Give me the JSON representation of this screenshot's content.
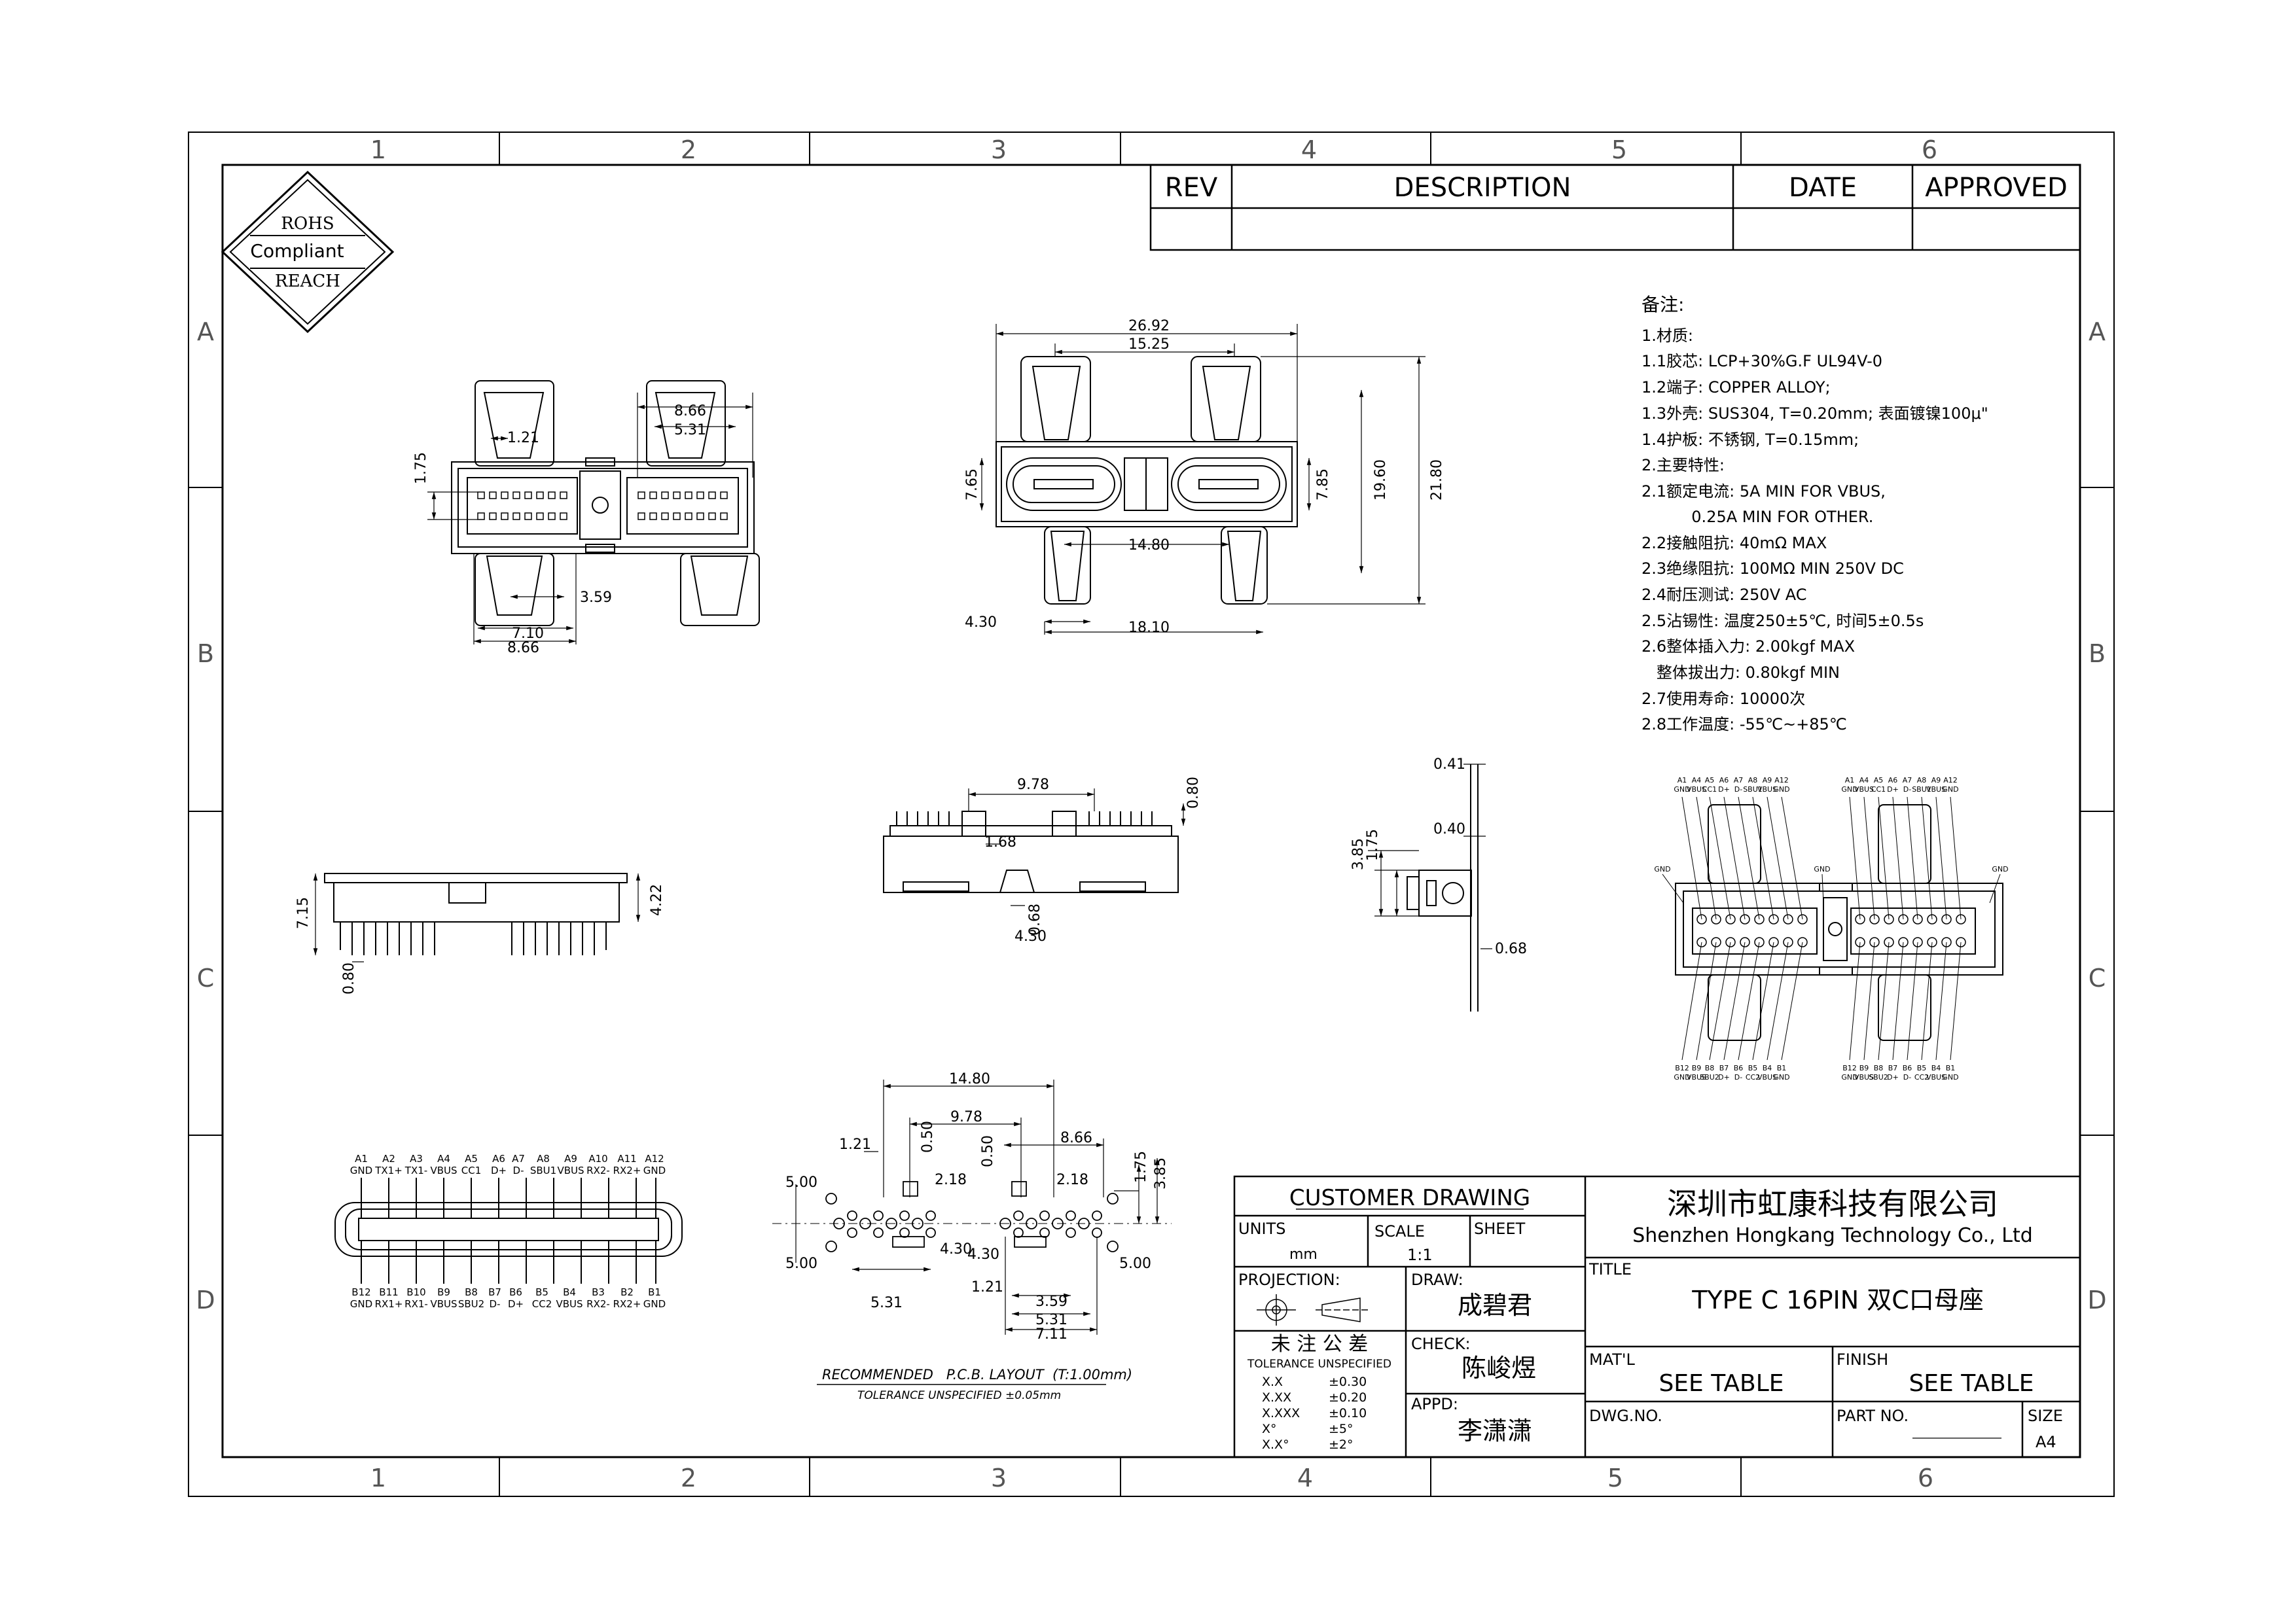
{
  "border": {
    "cols_top": [
      "1",
      "2",
      "3",
      "4",
      "5",
      "6"
    ],
    "cols_bottom": [
      "1",
      "2",
      "3",
      "4",
      "5",
      "6"
    ],
    "rows_left": [
      "A",
      "B",
      "C",
      "D"
    ],
    "rows_right": [
      "A",
      "B",
      "C",
      "D"
    ]
  },
  "rohs": {
    "l1": "ROHS",
    "l2": "Compliant",
    "l3": "REACH"
  },
  "revision_table": {
    "rev": "REV",
    "description": "DESCRIPTION",
    "date": "DATE",
    "approved": "APPROVED"
  },
  "notes": {
    "heading": "备注:",
    "lines": [
      "1.材质:",
      "1.1胶芯: LCP+30%G.F UL94V-0",
      "1.2端子: COPPER ALLOY;",
      "1.3外壳: SUS304, T=0.20mm; 表面镀镍100μ\"",
      "1.4护板: 不锈钢, T=0.15mm;",
      "2.主要特性:",
      "2.1额定电流: 5A MIN FOR VBUS,",
      "          0.25A MIN FOR OTHER.",
      "2.2接触阻抗: 40mΩ MAX",
      "2.3绝缘阻抗: 100MΩ MIN 250V DC",
      "2.4耐压测试: 250V AC",
      "2.5沾锡性: 温度250±5℃, 时间5±0.5s",
      "2.6整体插入力: 2.00kgf MAX",
      "   整体拔出力: 0.80kgf MIN",
      "2.7使用寿命: 10000次",
      "2.8工作温度: -55℃~+85℃"
    ]
  },
  "dims": {
    "top_view": {
      "d1": "8.66",
      "d2": "5.31",
      "d3": "1.21",
      "d4": "1.75",
      "d5": "3.59",
      "d6": "7.10",
      "d7": "8.66"
    },
    "front_view": {
      "w1": "26.92",
      "w2": "15.25",
      "h1": "7.65",
      "h2": "7.85",
      "h3": "19.60",
      "h4": "21.80",
      "c1": "14.80",
      "b1": "4.30",
      "b2": "18.10"
    },
    "side_view": {
      "h": "7.15",
      "h2": "4.22",
      "p": "0.80"
    },
    "bottom_view": {
      "d1": "9.78",
      "d2": "0.80",
      "d3": "1.68",
      "d4": "4.30",
      "d5": "0.68"
    },
    "profile_view": {
      "t1": "0.41",
      "t2": "0.40",
      "h1": "3.85",
      "h2": "1.75",
      "t3": "0.68"
    },
    "pcb": {
      "w": "14.80",
      "c": "9.78",
      "a": "8.66",
      "b": "1.21",
      "c2": "0.50",
      "d": "2.18",
      "e": "0.50",
      "f": "2.18",
      "g": "1.75",
      "h": "3.85",
      "i": "5.00",
      "j": "5.00",
      "k": "4.30",
      "l": "4.30",
      "m": "5.00",
      "n": "5.31",
      "o": "1.21",
      "p": "3.59",
      "q": "5.31",
      "r": "7.11"
    }
  },
  "pinout_top": {
    "pins": [
      "A1",
      "A2",
      "A3",
      "A4",
      "A5",
      "A6",
      "A7",
      "A8",
      "A9",
      "A10",
      "A11",
      "A12"
    ],
    "sigs": [
      "GND",
      "TX1+",
      "TX1-",
      "VBUS",
      "CC1",
      "D+",
      "D-",
      "SBU1",
      "VBUS",
      "RX2-",
      "RX2+",
      "GND"
    ]
  },
  "pinout_bottom": {
    "pins": [
      "B12",
      "B11",
      "B10",
      "B9",
      "B8",
      "B7",
      "B6",
      "B5",
      "B4",
      "B3",
      "B2",
      "B1"
    ],
    "sigs": [
      "GND",
      "RX1+",
      "RX1-",
      "VBUS",
      "SBU2",
      "D-",
      "D+",
      "CC2",
      "VBUS",
      "RX2-",
      "RX2+",
      "GND"
    ]
  },
  "callout": {
    "top_pins": [
      "A1",
      "A4",
      "A5",
      "A6",
      "A7",
      "A8",
      "A9",
      "A12"
    ],
    "top_sigs": [
      "GND",
      "VBUS",
      "CC1",
      "D+",
      "D-",
      "SBU1",
      "VBUS",
      "GND"
    ],
    "bottom_pins": [
      "B12",
      "B9",
      "B8",
      "B7",
      "B6",
      "B5",
      "B4",
      "B1"
    ],
    "bottom_sigs": [
      "GND",
      "VBUS",
      "SBU2",
      "D+",
      "D-",
      "CC2",
      "VBUS",
      "GND"
    ],
    "gnd": "GND"
  },
  "pcb_caption": {
    "l1": "RECOMMENDED   P.C.B. LAYOUT  (T:1.00mm)",
    "l2": "TOLERANCE UNSPECIFIED ±0.05mm"
  },
  "title_block": {
    "customer_drawing": "CUSTOMER DRAWING",
    "units_label": "UNITS",
    "units_value": "mm",
    "scale_label": "SCALE",
    "scale_value": "1:1",
    "sheet_label": "SHEET",
    "projection_label": "PROJECTION:",
    "tol_title": "未 注 公 差",
    "tol_sub": "TOLERANCE UNSPECIFIED",
    "tol_rows": [
      [
        "X.X",
        "±0.30"
      ],
      [
        "X.XX",
        "±0.20"
      ],
      [
        "X.XXX",
        "±0.10"
      ],
      [
        "X°",
        "±5°"
      ],
      [
        "X.X°",
        "±2°"
      ]
    ],
    "draw_label": "DRAW:",
    "draw_name": "成碧君",
    "check_label": "CHECK:",
    "check_name": "陈峻煜",
    "appd_label": "APPD:",
    "appd_name": "李潇潇",
    "company_cn": "深圳市虹康科技有限公司",
    "company_en": "Shenzhen Hongkang Technology Co., Ltd",
    "title_label": "TITLE",
    "title_value": "TYPE C 16PIN 双C口母座",
    "matl_label": "MAT'L",
    "matl_value": "SEE TABLE",
    "finish_label": "FINISH",
    "finish_value": "SEE TABLE",
    "dwg_label": "DWG.NO.",
    "partno_label": "PART NO.",
    "size_label": "SIZE",
    "size_value": "A4"
  }
}
